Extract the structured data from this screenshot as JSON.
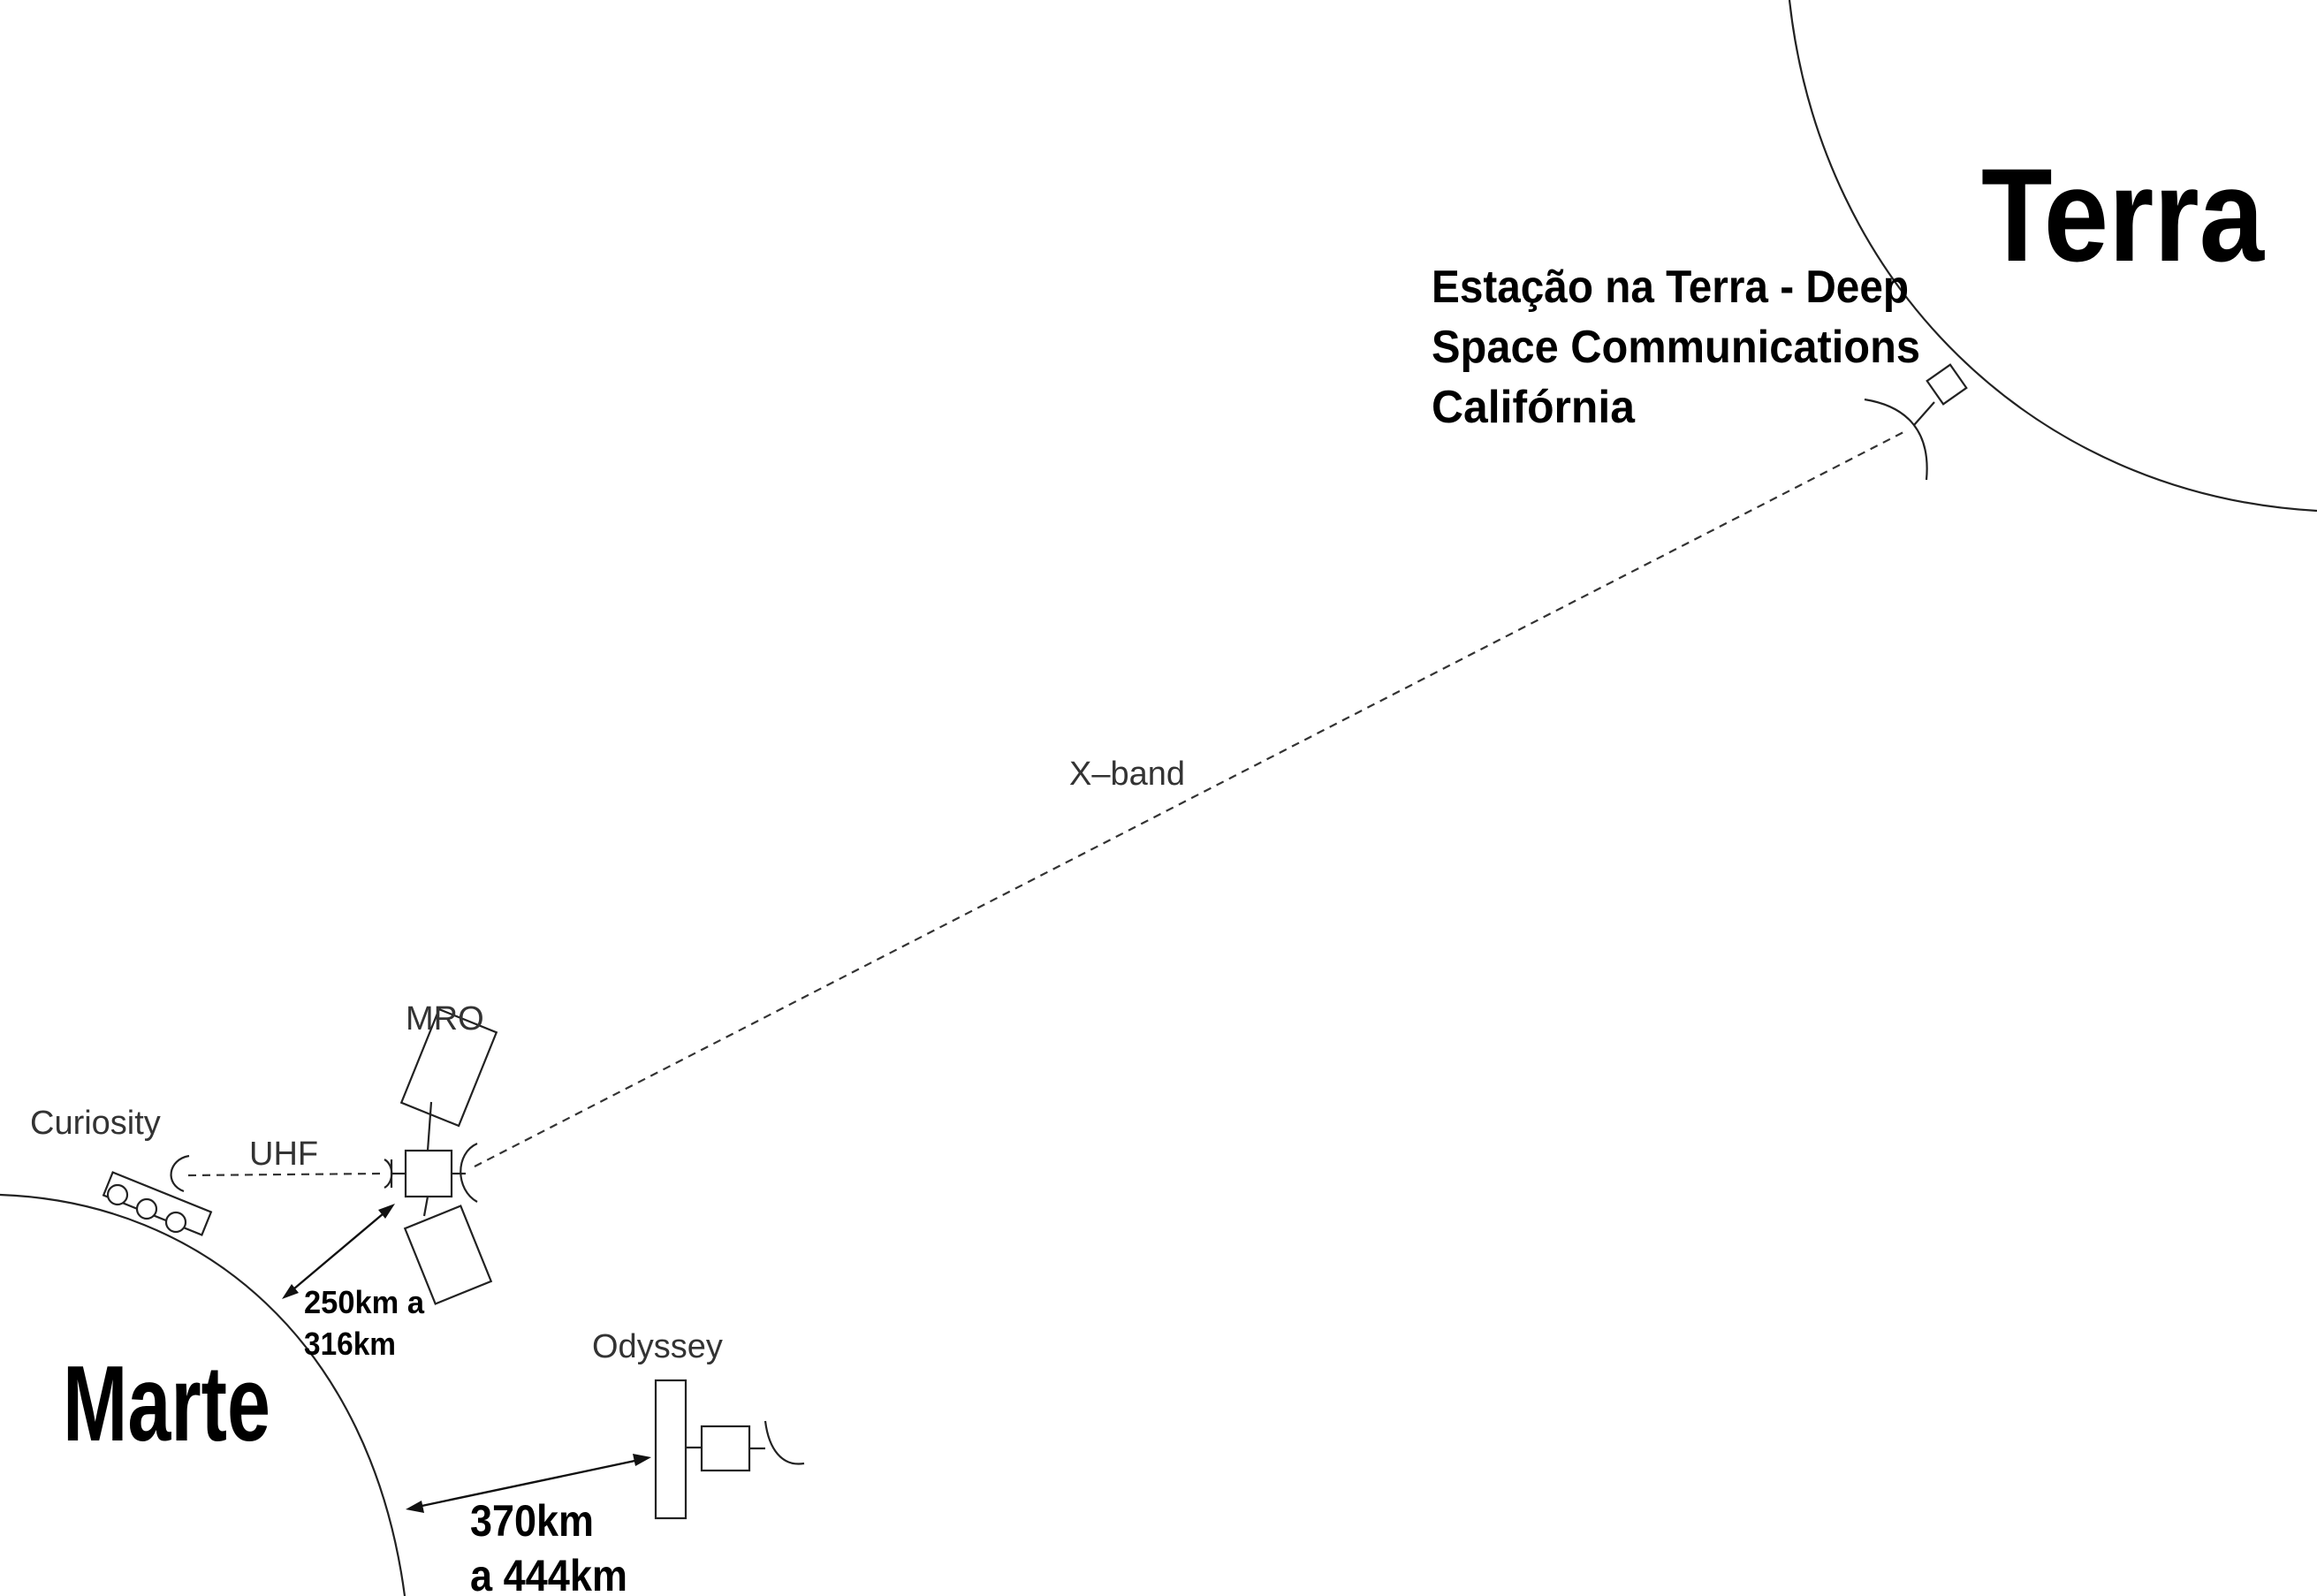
{
  "planets": {
    "earth": {
      "name": "Terra"
    },
    "mars": {
      "name": "Marte"
    }
  },
  "ground_station": {
    "lines": [
      "Estação na Terra - Deep",
      "Space Communications",
      "Califórnia"
    ]
  },
  "spacecraft": {
    "mro": "MRO",
    "curiosity": "Curiosity",
    "odyssey": "Odyssey"
  },
  "links": {
    "xband": "X–band",
    "uhf": "UHF"
  },
  "altitudes": {
    "mro": [
      "250km a",
      "316km"
    ],
    "odyssey": [
      "370km",
      "a 444km"
    ]
  },
  "colors": {
    "line": "#222222",
    "text_strong": "#000000",
    "text_light": "#333333"
  }
}
